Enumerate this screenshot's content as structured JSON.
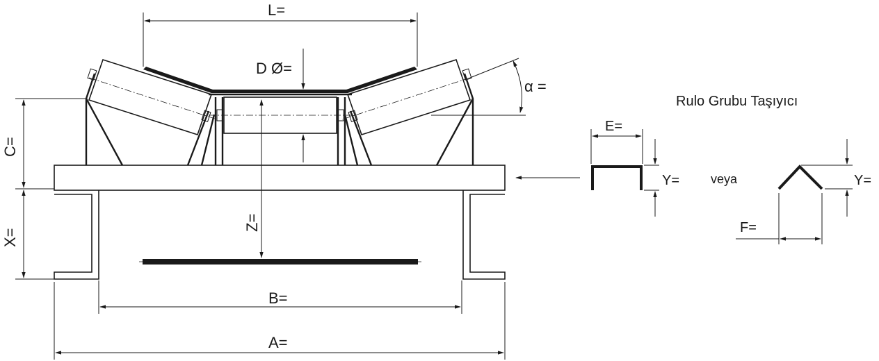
{
  "title": "Rulo Grubu Taşıyıcı",
  "labels": {
    "L": "L=",
    "D": "D Ø=",
    "alpha": "α =",
    "C": "C=",
    "X": "X=",
    "Z": "Z=",
    "B": "B=",
    "A": "A=",
    "E": "E=",
    "Y1": "Y=",
    "Y2": "Y=",
    "F": "F=",
    "veya": "veya"
  },
  "colors": {
    "ink": "#1a1a1a",
    "background": "#ffffff"
  }
}
